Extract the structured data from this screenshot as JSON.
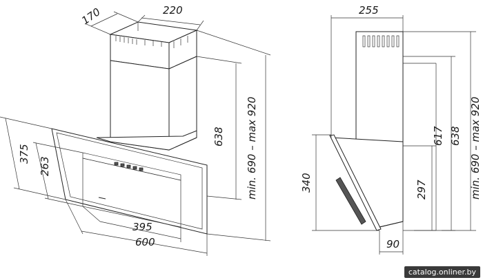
{
  "dimensions": {
    "front": {
      "top_width": "220",
      "top_depth": "170",
      "chimney_height": "638",
      "height_range": "min. 690 – max 920",
      "glass_height": "375",
      "panel_height": "263",
      "panel_width": "395",
      "glass_width": "600"
    },
    "side": {
      "depth": "255",
      "height_range": "min. 690 – max 920",
      "chimney_height": "638",
      "body_height": "617",
      "lower_height": "297",
      "hood_height": "340",
      "bottom_depth": "90"
    }
  },
  "watermark": "catalog.onliner.by"
}
